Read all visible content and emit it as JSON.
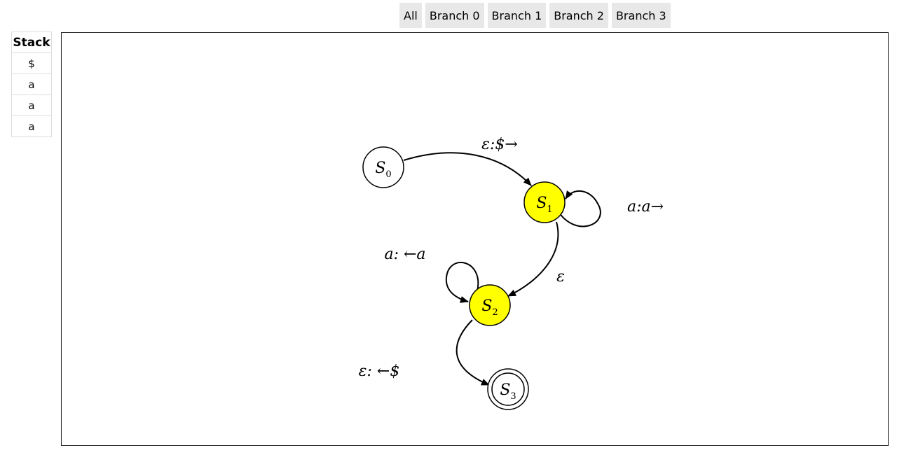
{
  "tabs": {
    "all": "All",
    "branch0": "Branch 0",
    "branch1": "Branch 1",
    "branch2": "Branch 2",
    "branch3": "Branch 3"
  },
  "stack": {
    "header": "Stack",
    "items": [
      "$",
      "a",
      "a",
      "a"
    ]
  },
  "automaton": {
    "states": [
      {
        "letter": "S",
        "index": "0",
        "highlighted": false,
        "accepting": false
      },
      {
        "letter": "S",
        "index": "1",
        "highlighted": true,
        "accepting": false
      },
      {
        "letter": "S",
        "index": "2",
        "highlighted": true,
        "accepting": false
      },
      {
        "letter": "S",
        "index": "3",
        "highlighted": false,
        "accepting": true
      }
    ],
    "transitions": [
      {
        "from": "S0",
        "to": "S1",
        "label": "ε:$→"
      },
      {
        "from": "S1",
        "to": "S1",
        "label": "a:a→"
      },
      {
        "from": "S1",
        "to": "S2",
        "label": "ε"
      },
      {
        "from": "S2",
        "to": "S2",
        "label": "a: ←a"
      },
      {
        "from": "S2",
        "to": "S3",
        "label": "ε: ←$"
      }
    ],
    "colors": {
      "highlight": "#ffff00",
      "normal": "#ffffff",
      "stroke": "#000000"
    }
  }
}
